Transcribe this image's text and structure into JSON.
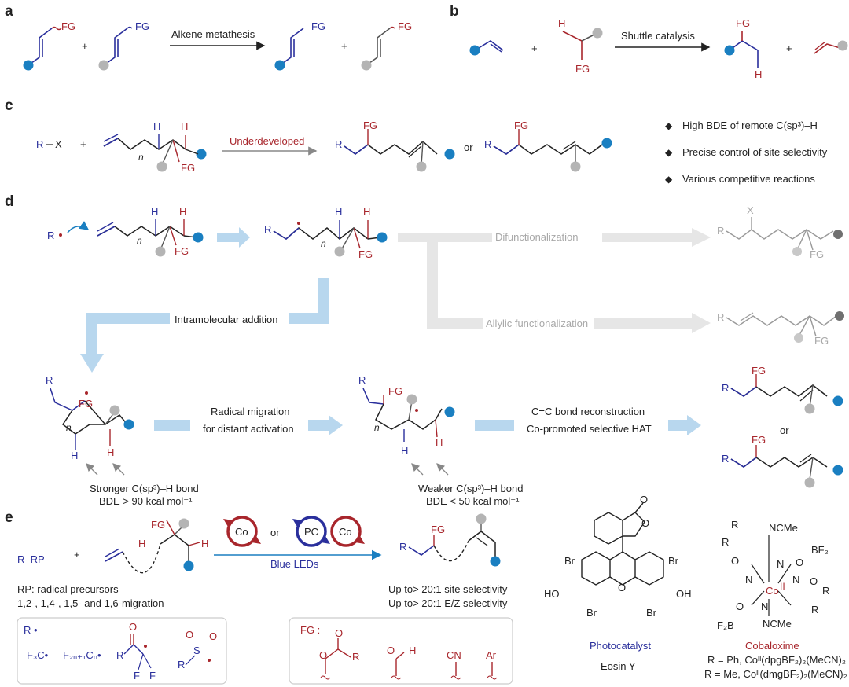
{
  "panels": {
    "a": {
      "letter": "a",
      "fg_left": "FG",
      "fg_right": "FG",
      "arrow_label": "Alkene metathesis",
      "fg_prod1": "FG",
      "fg_prod2": "FG",
      "plus": "+"
    },
    "b": {
      "letter": "b",
      "h_label": "H",
      "fg_label": "FG",
      "arrow_label": "Shuttle catalysis",
      "fg_prod": "FG",
      "h_prod": "H",
      "plus": "+"
    },
    "c": {
      "letter": "c",
      "rx_r": "R",
      "rx_x": "X",
      "plus": "+",
      "h1": "H",
      "h2": "H",
      "fg": "FG",
      "n": "n",
      "arrow_label": "Underdeveloped",
      "prod1_r": "R",
      "prod1_fg": "FG",
      "or": "or",
      "prod2_r": "R",
      "prod2_fg": "FG",
      "bullets": [
        "High BDE of remote C(sp³)–H",
        "Precise control of site selectivity",
        "Various competitive reactions"
      ]
    },
    "d": {
      "letter": "d",
      "r_radical": "R",
      "h1": "H",
      "h2": "H",
      "fg": "FG",
      "n": "n",
      "int_r": "R",
      "int_h1": "H",
      "int_h2": "H",
      "int_fg": "FG",
      "difunc_label": "Difunctionalization",
      "difunc_x": "X",
      "difunc_r": "R",
      "difunc_fg": "FG",
      "allylic_label": "Allylic functionalization",
      "allylic_r": "R",
      "allylic_fg": "FG",
      "intramolecular_label": "Intramolecular addition",
      "cyc_r": "R",
      "cyc_fg": "FG",
      "cyc_h1": "H",
      "cyc_h2": "H",
      "radical_migration_1": "Radical migration",
      "radical_migration_2": "for distant activation",
      "mig_r": "R",
      "mig_fg": "FG",
      "mig_h1": "H",
      "mig_h2": "H",
      "cc_1": "C=C bond reconstruction",
      "cc_2": "Co-promoted selective HAT",
      "stronger_1": "Stronger C(sp³)–H bond",
      "stronger_2": "BDE > 90 kcal mol⁻¹",
      "weaker_1": "Weaker C(sp³)–H bond",
      "weaker_2": "BDE < 50 kcal mol⁻¹",
      "prod1_r": "R",
      "prod1_fg": "FG",
      "or": "or",
      "prod2_r": "R",
      "prod2_fg": "FG"
    },
    "e": {
      "letter": "e",
      "r_rp": "R–RP",
      "plus": "+",
      "fg": "FG",
      "h1": "H",
      "h2": "H",
      "co1": "Co",
      "or": "or",
      "pc": "PC",
      "co2": "Co",
      "blue_leds": "Blue LEDs",
      "prod_r": "R",
      "prod_fg": "FG",
      "rp_note_1": "RP: radical precursors",
      "rp_note_2": "1,2-, 1,4-, 1,5- and 1,6-migration",
      "sel_1": "Up to> 20:1 site selectivity",
      "sel_2": "Up to> 20:1 E/Z selectivity",
      "r_box_title": "R •",
      "r_box_items": [
        "F₃C•",
        "F₂ₙ₊₁Cₙ•"
      ],
      "r_box_f": "F",
      "r_box_r": "R",
      "r_box_o": "O",
      "r_box_s": "S",
      "fg_box_title": "FG :",
      "fg_box_items": [
        "O",
        "R",
        "O",
        "H",
        "CN",
        "Ar"
      ],
      "eosin_br": "Br",
      "eosin_ho": "HO",
      "eosin_oh": "OH",
      "eosin_o": "O",
      "photocatalyst_label": "Photocatalyst",
      "eosin_label": "Eosin Y",
      "cob_ncme_top": "NCMe",
      "cob_ncme_bot": "NCMe",
      "cob_r": "R",
      "cob_n": "N",
      "cob_o": "O",
      "cob_bf2": "BF₂",
      "cob_f2b": "F₂B",
      "cob_co": "Co",
      "cob_co_sup": "II",
      "cobaloxime_label": "Cobaloxime",
      "cob_line1": "R = Ph, Coᴵᴵ(dpgBF₂)₂(MeCN)₂",
      "cob_line2": "R = Me, Coᴵᴵ(dmgBF₂)₂(MeCN)₂"
    }
  },
  "colors": {
    "red": "#a8262c",
    "blue": "#2a2f9c",
    "teal_dot": "#1a7fc1",
    "gray_dot": "#b4b4b4",
    "light_arrow": "#b8d7ee",
    "gray_arrow": "#e6e6e6"
  }
}
